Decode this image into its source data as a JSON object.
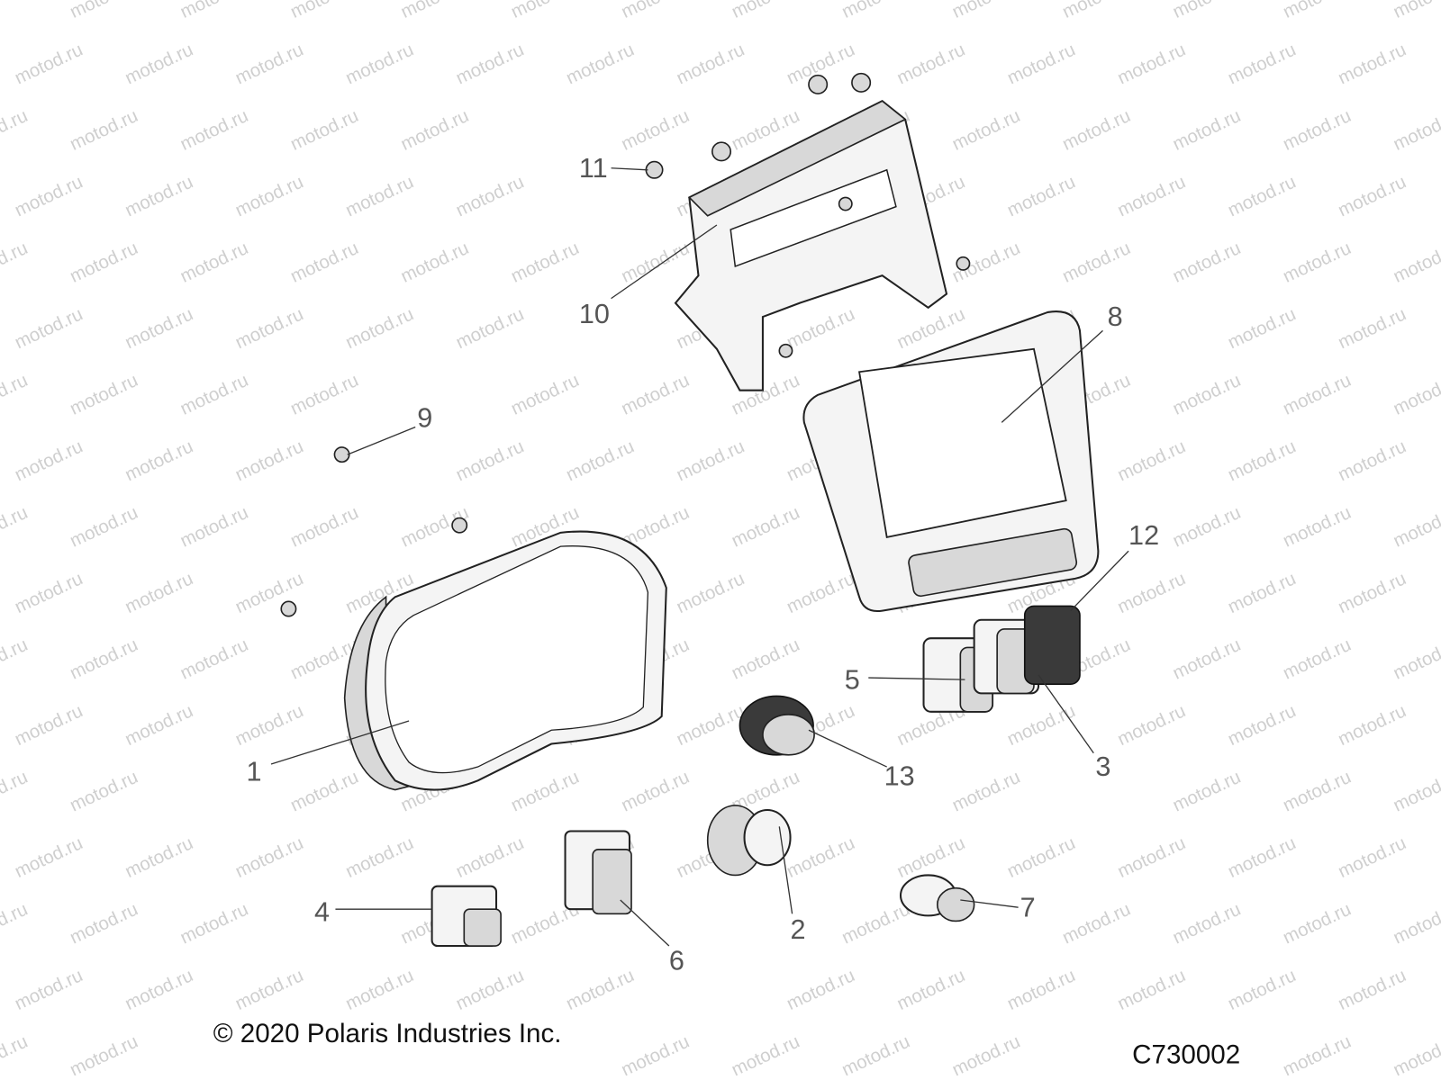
{
  "watermark": "motod.ru",
  "callouts": [
    {
      "number": "1"
    },
    {
      "number": "2"
    },
    {
      "number": "3"
    },
    {
      "number": "4"
    },
    {
      "number": "5"
    },
    {
      "number": "6"
    },
    {
      "number": "7"
    },
    {
      "number": "8"
    },
    {
      "number": "9"
    },
    {
      "number": "10"
    },
    {
      "number": "11"
    },
    {
      "number": "12"
    },
    {
      "number": "13"
    }
  ],
  "footer": {
    "copyright": "© 2020 Polaris Industries Inc.",
    "diagram_code": "C730002"
  }
}
